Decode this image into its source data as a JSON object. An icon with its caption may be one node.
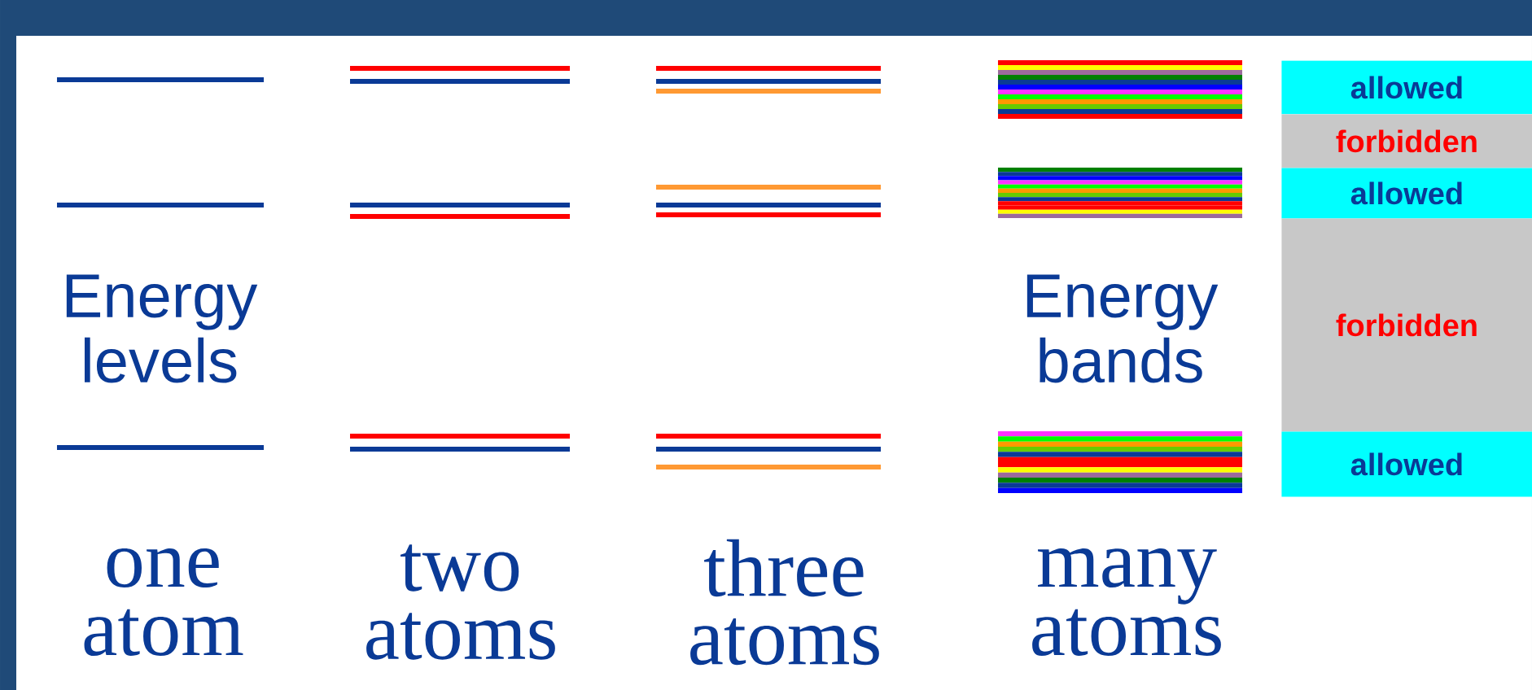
{
  "diagram": {
    "nodes": [
      {
        "text": [
          "allowed"
        ]
      },
      {
        "text": [
          "forbidden"
        ]
      },
      {
        "text": [
          "allowed"
        ]
      },
      {
        "text": [
          "forbidden"
        ]
      },
      {
        "text": [
          "allowed"
        ]
      }
    ],
    "labels": [
      "Energy levels",
      "Energy bands",
      "one atom",
      "two atoms",
      "three atoms",
      "many atoms"
    ]
  }
}
